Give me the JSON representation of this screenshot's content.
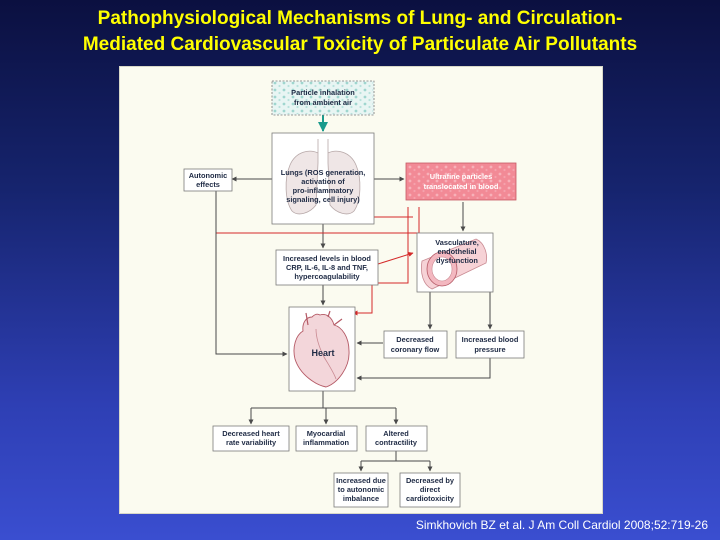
{
  "slide": {
    "title_line1": "Pathophysiological Mechanisms of Lung- and Circulation-",
    "title_line2": "Mediated Cardiovascular Toxicity of Particulate Air Pollutants",
    "citation": "Simkhovich BZ et al. J Am Coll Cardiol 2008;52:719-26"
  },
  "diagram": {
    "inhalation": [
      "Particle inhalation",
      "from ambient air"
    ],
    "lungs": [
      "Lungs (ROS generation,",
      "activation of",
      "pro-inflammatory",
      "signaling, cell injury)"
    ],
    "autonomic": [
      "Autonomic",
      "effects"
    ],
    "ultrafine": [
      "Ultrafine particles",
      "translocated in blood"
    ],
    "vasculature": [
      "Vasculature,",
      "endothelial",
      "dysfunction"
    ],
    "blood_levels": [
      "Increased levels in blood",
      "CRP, IL-6, IL-8 and TNF,",
      "hypercoagulability"
    ],
    "heart": "Heart",
    "coronary": [
      "Decreased",
      "coronary flow"
    ],
    "blood_pressure": [
      "Increased blood",
      "pressure"
    ],
    "hrv": [
      "Decreased heart",
      "rate variability"
    ],
    "myocardial": [
      "Myocardial",
      "inflammation"
    ],
    "contractility": [
      "Altered",
      "contractility"
    ],
    "autonomic_imbalance": [
      "Increased due",
      "to autonomic",
      "imbalance"
    ],
    "cardiotoxicity": [
      "Decreased by",
      "direct",
      "cardiotoxicity"
    ]
  },
  "colors": {
    "title": "#ffff00",
    "arrow_dark": "#4a4a4a",
    "arrow_red": "#d42a2a",
    "arrow_teal": "#1a9a8c",
    "ultrafine_box": "#f28a96"
  }
}
